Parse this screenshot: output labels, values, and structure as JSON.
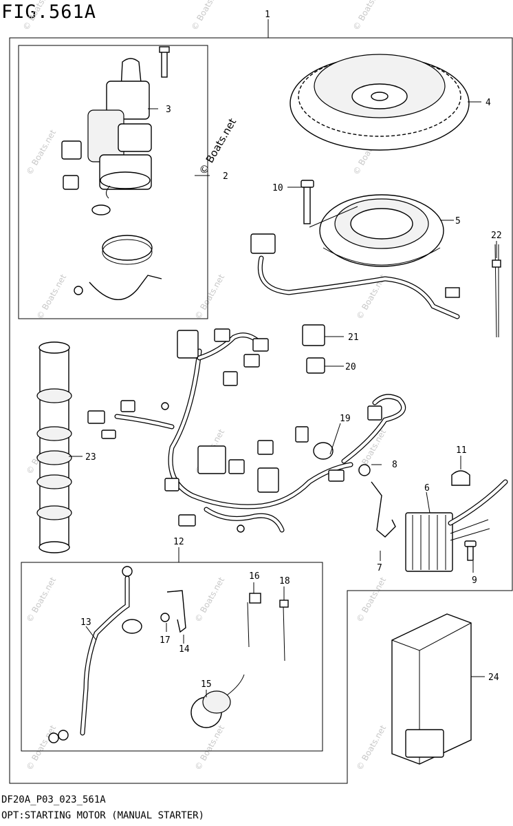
{
  "figure": {
    "title": "FIG.561A",
    "code": "DF20A_P03_023_561A",
    "caption": "OPT:STARTING MOTOR (MANUAL STARTER)"
  },
  "watermark": {
    "text": "© Boats.net"
  },
  "callouts": [
    {
      "id": "1",
      "label": "1"
    },
    {
      "id": "2",
      "label": "2"
    },
    {
      "id": "3",
      "label": "3"
    },
    {
      "id": "4",
      "label": "4"
    },
    {
      "id": "5",
      "label": "5"
    },
    {
      "id": "6",
      "label": "6"
    },
    {
      "id": "7",
      "label": "7"
    },
    {
      "id": "8",
      "label": "8"
    },
    {
      "id": "9",
      "label": "9"
    },
    {
      "id": "10",
      "label": "10"
    },
    {
      "id": "11",
      "label": "11"
    },
    {
      "id": "12",
      "label": "12"
    },
    {
      "id": "13",
      "label": "13"
    },
    {
      "id": "14",
      "label": "14"
    },
    {
      "id": "15",
      "label": "15"
    },
    {
      "id": "16",
      "label": "16"
    },
    {
      "id": "17",
      "label": "17"
    },
    {
      "id": "18",
      "label": "18"
    },
    {
      "id": "19",
      "label": "19"
    },
    {
      "id": "20",
      "label": "20"
    },
    {
      "id": "21",
      "label": "21"
    },
    {
      "id": "22",
      "label": "22"
    },
    {
      "id": "23",
      "label": "23"
    },
    {
      "id": "24",
      "label": "24"
    }
  ]
}
